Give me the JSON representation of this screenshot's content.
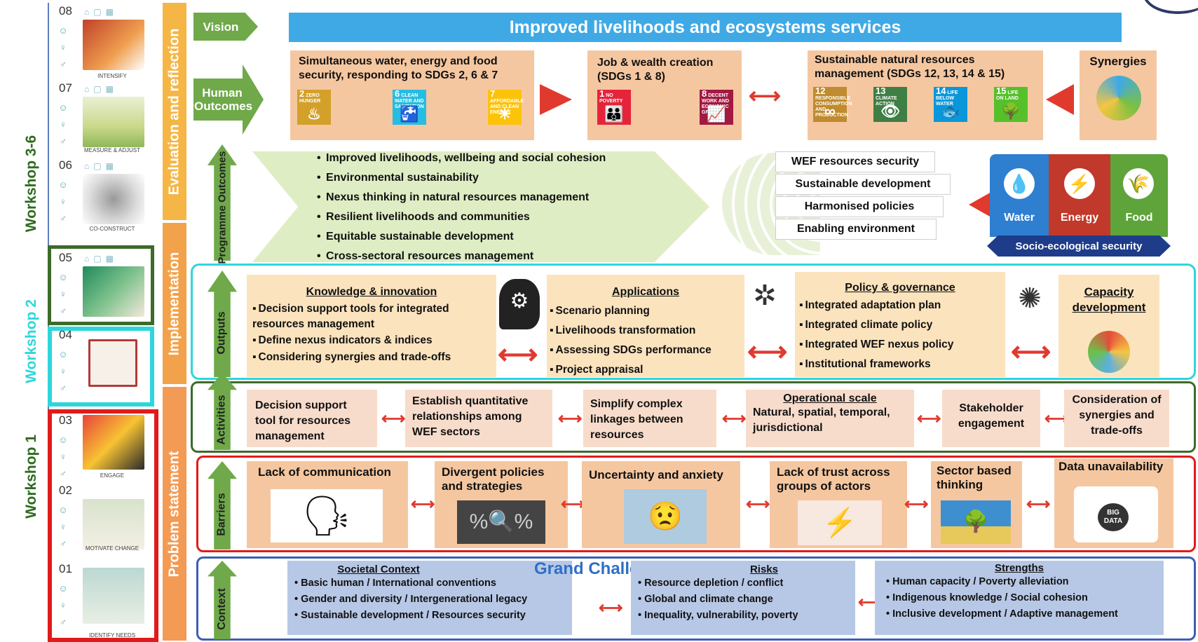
{
  "workshops": {
    "w36": "Workshop 3-6",
    "w2": "Workshop 2",
    "w1": "Workshop 1",
    "colors": {
      "w36": "#2e6b1f",
      "w2": "#2ed6dc",
      "w1": "#2e6b1f"
    }
  },
  "stages": [
    {
      "num": "08",
      "caption": "INTENSIFY"
    },
    {
      "num": "07",
      "caption": "MEASURE & ADJUST"
    },
    {
      "num": "06",
      "caption": "CO-CONSTRUCT"
    },
    {
      "num": "05",
      "caption": ""
    },
    {
      "num": "04",
      "caption": ""
    },
    {
      "num": "03",
      "caption": "ENGAGE"
    },
    {
      "num": "02",
      "caption": "MOTIVATE CHANGE"
    },
    {
      "num": "01",
      "caption": "IDENTIFY NEEDS"
    }
  ],
  "phases": {
    "evaluation": "Evaluation and reflection",
    "implementation": "Implementation",
    "problem": "Problem statement"
  },
  "vision": {
    "label": "Vision",
    "text": "Improved livelihoods and ecosystems services"
  },
  "human": {
    "label": "Human Outcomes",
    "box1": "Simultaneous water, energy and food security, responding to SDGs 2, 6 & 7",
    "box2": "Job & wealth creation (SDGs 1 & 8)",
    "box3": "Sustainable natural resources management (SDGs 12, 13, 14 & 15)",
    "synergies": "Synergies",
    "sdgs": [
      {
        "n": "2",
        "t": "ZERO HUNGER",
        "c": "#d3a029",
        "icon": "♨"
      },
      {
        "n": "6",
        "t": "CLEAN WATER AND SANITATION",
        "c": "#26bde2",
        "icon": "🚰"
      },
      {
        "n": "7",
        "t": "AFFORDABLE AND CLEAN ENERGY",
        "c": "#fcc30b",
        "icon": "☀"
      },
      {
        "n": "1",
        "t": "NO POVERTY",
        "c": "#e5243b",
        "icon": "👪"
      },
      {
        "n": "8",
        "t": "DECENT WORK AND ECONOMIC GROWTH",
        "c": "#a21942",
        "icon": "📈"
      },
      {
        "n": "12",
        "t": "RESPONSIBLE CONSUMPTION AND PRODUCTION",
        "c": "#bf8b2e",
        "icon": "∞"
      },
      {
        "n": "13",
        "t": "CLIMATE ACTION",
        "c": "#3f7e44",
        "icon": "👁"
      },
      {
        "n": "14",
        "t": "LIFE BELOW WATER",
        "c": "#0a97d9",
        "icon": "🐟"
      },
      {
        "n": "15",
        "t": "LIFE ON LAND",
        "c": "#56c02b",
        "icon": "🌳"
      }
    ]
  },
  "programme": {
    "label": "Programme Outcomes",
    "items": [
      "Improved livelihoods, wellbeing and social cohesion",
      "Environmental sustainability",
      "Nexus thinking in natural resources management",
      "Resilient livelihoods and communities",
      "Equitable sustainable development",
      "Cross-sectoral resources management"
    ],
    "wef": [
      "WEF resources security",
      "Sustainable development",
      "Harmonised policies",
      "Enabling environment"
    ],
    "water": "Water",
    "energy": "Energy",
    "food": "Food",
    "socio": "Socio-ecological security"
  },
  "outputs": {
    "label": "Outputs",
    "knowledge": {
      "title": "Knowledge & innovation",
      "items": [
        "Decision support tools for integrated resources management",
        "Define nexus indicators & indices",
        "Considering synergies and trade-offs"
      ]
    },
    "applications": {
      "title": "Applications",
      "items": [
        "Scenario planning",
        "Livelihoods transformation",
        "Assessing SDGs performance",
        "Project appraisal"
      ]
    },
    "policy": {
      "title": "Policy & governance",
      "items": [
        "Integrated adaptation plan",
        "Integrated climate policy",
        "Integrated WEF nexus policy",
        "Institutional frameworks"
      ]
    },
    "capacity": {
      "title": "Capacity development"
    }
  },
  "activities": {
    "label": "Activities",
    "a1": "Decision support tool for resources management",
    "a2": "Establish quantitative relationships among WEF sectors",
    "a3": "Simplify complex linkages between resources",
    "a4_title": "Operational scale",
    "a4": "Natural, spatial, temporal, jurisdictional",
    "a5": "Stakeholder engagement",
    "a6": "Consideration of synergies and trade-offs"
  },
  "barriers": {
    "label": "Barriers",
    "b1": "Lack of communication",
    "b2": "Divergent policies and strategies",
    "b3": "Uncertainty and anxiety",
    "b4": "Lack of trust across groups of actors",
    "b5": "Sector based thinking",
    "b6": "Data unavailability",
    "bigdata": "BIG DATA"
  },
  "context": {
    "label": "Context",
    "grand": "Grand Challenges",
    "societal_title": "Societal Context",
    "societal": [
      "Basic human / International conventions",
      "Gender and diversity / Intergenerational legacy",
      "Sustainable development / Resources security"
    ],
    "risks_title": "Risks",
    "risks": [
      "Resource depletion / conflict",
      "Global and climate change",
      "Inequality, vulnerability, poverty"
    ],
    "strengths_title": "Strengths",
    "strengths": [
      "Human capacity / Poverty alleviation",
      "Indigenous knowledge / Social cohesion",
      "Inclusive development / Adaptive management"
    ]
  }
}
